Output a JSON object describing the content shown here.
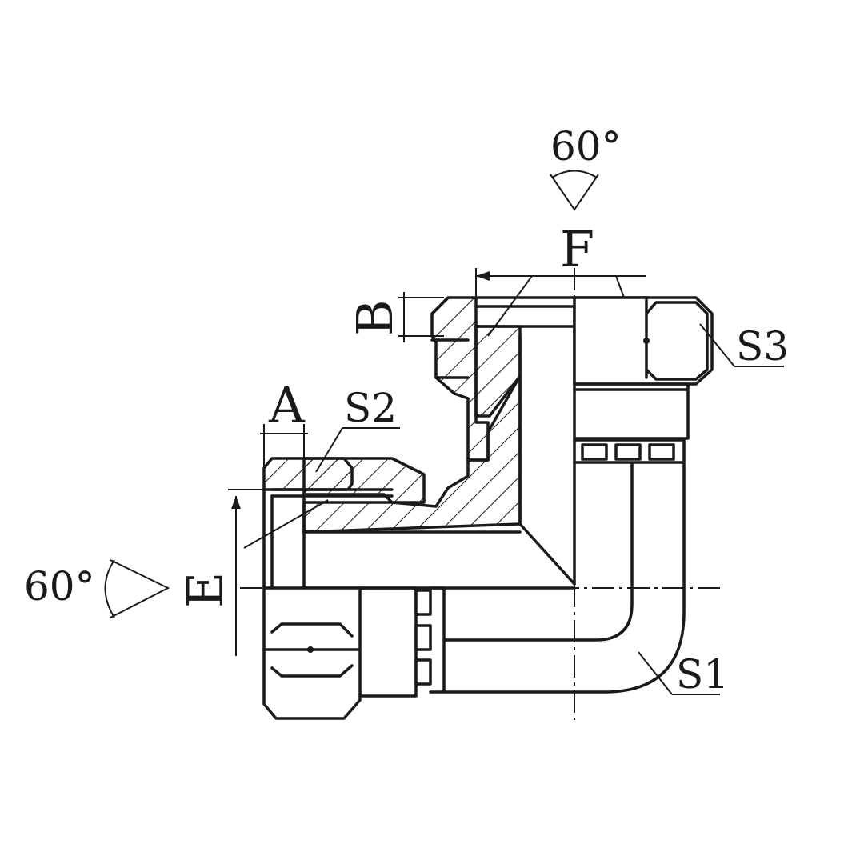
{
  "labels": {
    "angle_top": "60°",
    "angle_left": "60°",
    "dim_f": "F",
    "dim_b": "B",
    "dim_a": "A",
    "dim_e": "E",
    "hex_s1": "S1",
    "hex_s2": "S2",
    "hex_s3": "S3"
  }
}
